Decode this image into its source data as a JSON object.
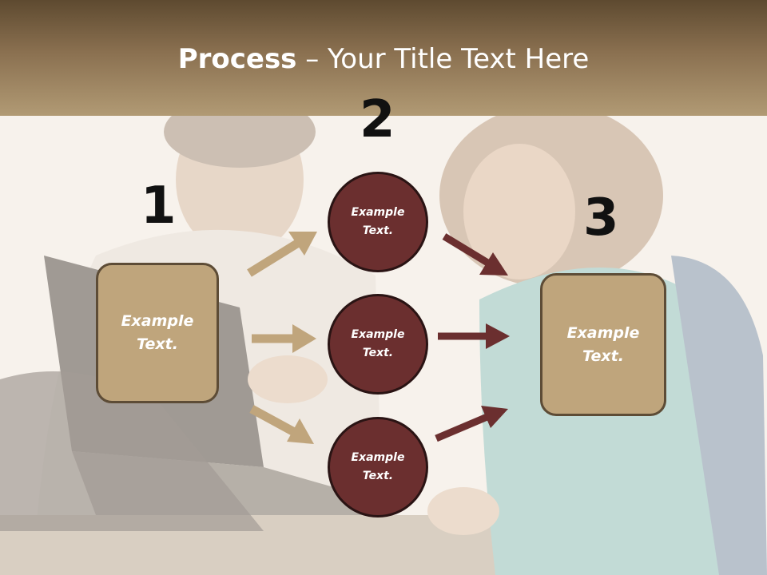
{
  "slide": {
    "title_bold": "Process",
    "title_rest": " – Your Title Text Here"
  },
  "steps": {
    "one": "1",
    "two": "2",
    "three": "3"
  },
  "left_box": {
    "line1": "Example",
    "line2": "Text."
  },
  "right_box": {
    "line1": "Example",
    "line2": "Text."
  },
  "circles": [
    {
      "line1": "Example",
      "line2": "Text."
    },
    {
      "line1": "Example",
      "line2": "Text."
    },
    {
      "line1": "Example",
      "line2": "Text."
    }
  ],
  "colors": {
    "title_bar_top": "#5e4a30",
    "title_bar_bottom": "#b19a74",
    "box_fill": "#bfa57c",
    "circle_fill": "#6b2f2f",
    "tan_arrow": "#c0a57c",
    "dark_arrow": "#6b2f2f"
  }
}
